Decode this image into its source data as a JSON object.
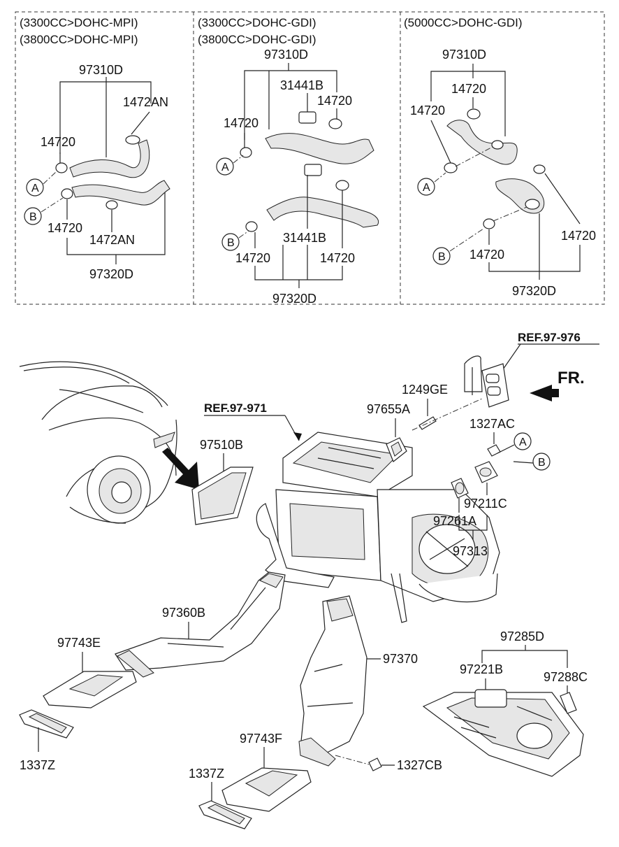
{
  "panels": {
    "p1": {
      "header": [
        "(3300CC>DOHC-MPI)",
        "(3800CC>DOHC-MPI)"
      ]
    },
    "p2": {
      "header": [
        "(3300CC>DOHC-GDI)",
        "(3800CC>DOHC-GDI)"
      ]
    },
    "p3": {
      "header": [
        "(5000CC>DOHC-GDI)"
      ]
    }
  },
  "labels": {
    "p1_97310D": "97310D",
    "p1_1472AN_top": "1472AN",
    "p1_14720_top": "14720",
    "p1_14720_bot": "14720",
    "p1_1472AN_bot": "1472AN",
    "p1_97320D": "97320D",
    "p2_97310D": "97310D",
    "p2_31441B_top": "31441B",
    "p2_14720_a": "14720",
    "p2_14720_b": "14720",
    "p2_31441B_bot": "31441B",
    "p2_14720_c": "14720",
    "p2_14720_d": "14720",
    "p2_97320D": "97320D",
    "p3_97310D": "97310D",
    "p3_14720_a": "14720",
    "p3_14720_b": "14720",
    "p3_14720_c": "14720",
    "p3_14720_d": "14720",
    "p3_97320D": "97320D",
    "ref_976": "REF.97-976",
    "ref_971": "REF.97-971",
    "fr": "FR.",
    "l_1249GE": "1249GE",
    "l_97655A": "97655A",
    "l_1327AC": "1327AC",
    "l_97510B": "97510B",
    "l_97211C": "97211C",
    "l_97261A": "97261A",
    "l_97313": "97313",
    "l_97360B": "97360B",
    "l_97743E": "97743E",
    "l_97370": "97370",
    "l_97285D": "97285D",
    "l_97221B": "97221B",
    "l_97288C": "97288C",
    "l_97743F": "97743F",
    "l_1337Z_left": "1337Z",
    "l_1337Z_right": "1337Z",
    "l_1327CB": "1327CB"
  },
  "callouts": {
    "a": "A",
    "b": "B"
  }
}
